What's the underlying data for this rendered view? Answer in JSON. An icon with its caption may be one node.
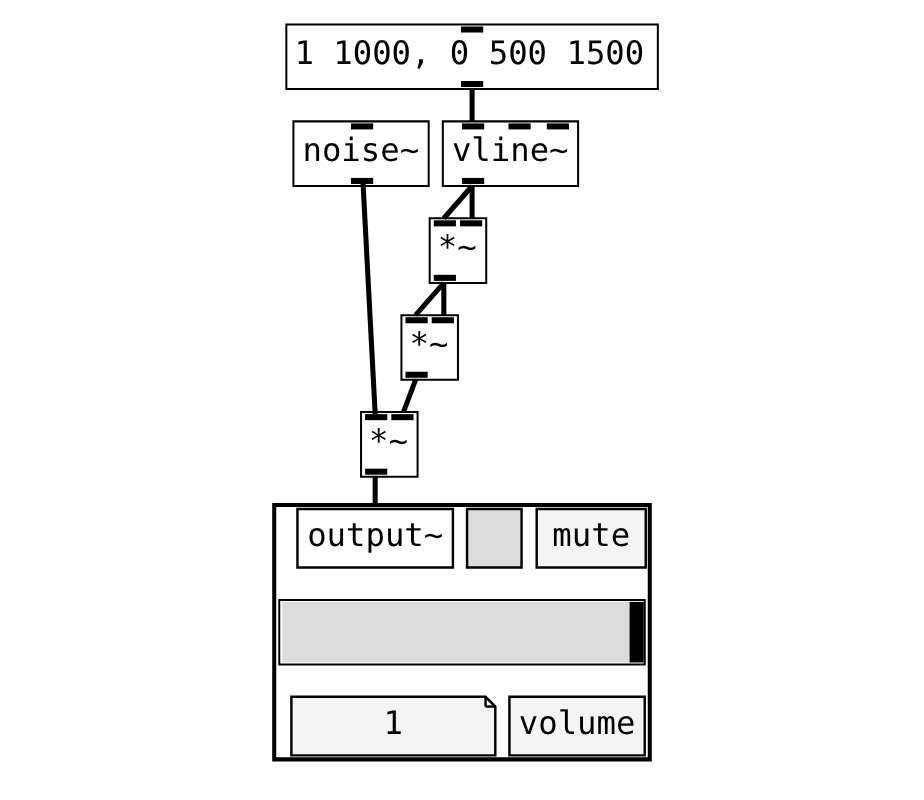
{
  "diagram": {
    "nodes": [
      {
        "text": [
          "1 1000, 0 500 1500"
        ]
      },
      {
        "text": [
          "noise~"
        ]
      },
      {
        "text": [
          "vline~"
        ]
      },
      {
        "text": [
          "*~"
        ]
      },
      {
        "text": [
          "*~"
        ]
      },
      {
        "text": [
          "*~"
        ]
      },
      {
        "text": [],
        "shape": "box"
      },
      {
        "text": [
          "output~"
        ],
        "in": 6
      },
      {
        "text": [],
        "shape": "box",
        "in": 6
      },
      {
        "text": [
          "mute"
        ],
        "in": 6
      },
      {
        "text": [],
        "shape": "bar",
        "in": 6
      },
      {
        "text": [
          "1"
        ],
        "in": 6
      },
      {
        "text": [
          "volume"
        ],
        "in": 6
      }
    ],
    "edges": [
      {
        "from": 0,
        "to": 2,
        "arrow": "none"
      },
      {
        "from": 2,
        "to": 3,
        "arrow": "none"
      },
      {
        "from": 2,
        "to": 3,
        "arrow": "none"
      },
      {
        "from": 3,
        "to": 4,
        "arrow": "none"
      },
      {
        "from": 3,
        "to": 4,
        "arrow": "none"
      },
      {
        "from": 4,
        "to": 5,
        "arrow": "none"
      },
      {
        "from": 1,
        "to": 5,
        "arrow": "none"
      },
      {
        "from": 5,
        "to": 6,
        "arrow": "none"
      }
    ]
  }
}
